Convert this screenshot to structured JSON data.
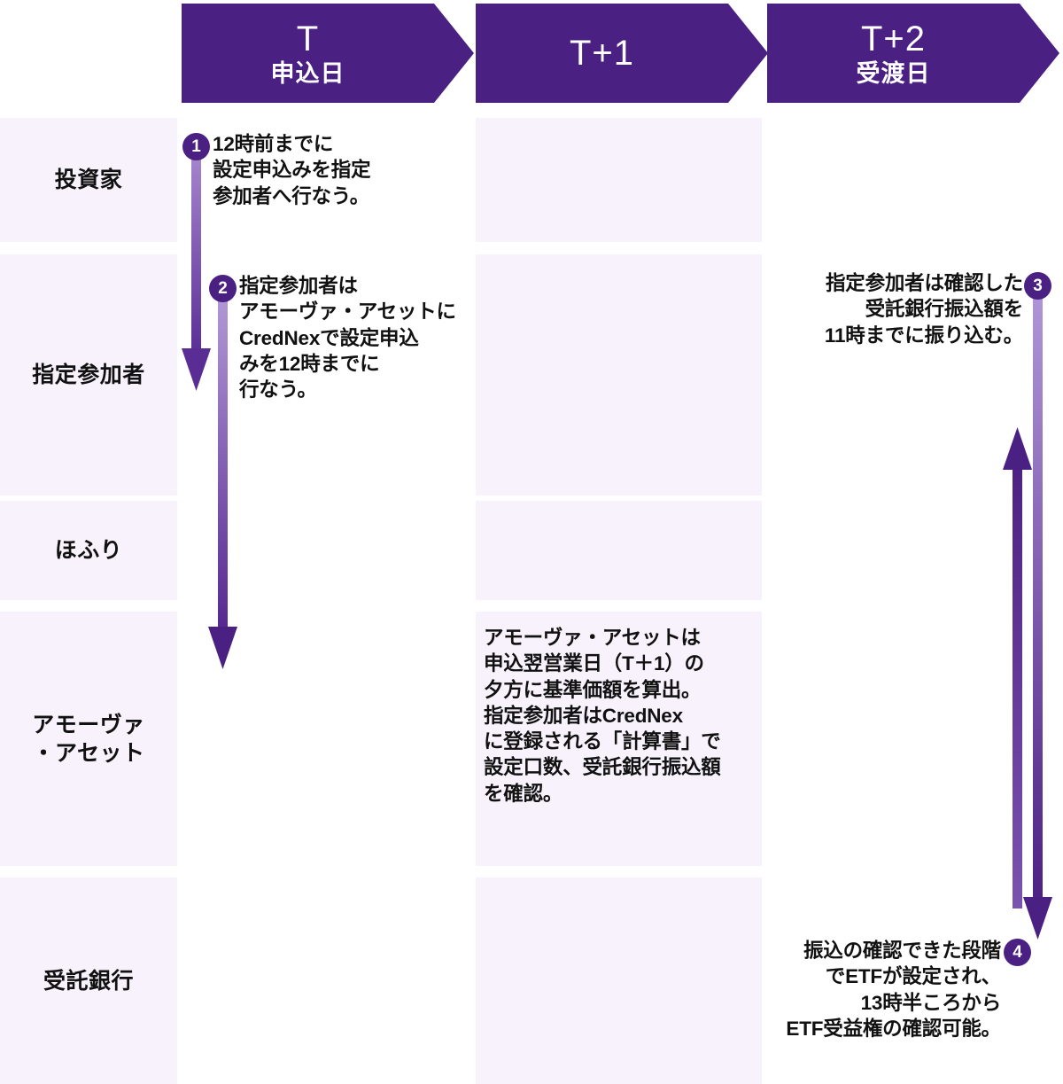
{
  "header": {
    "phases": [
      {
        "code": "T",
        "sub": "申込日"
      },
      {
        "code": "T+1",
        "sub": ""
      },
      {
        "code": "T+2",
        "sub": "受渡日"
      }
    ]
  },
  "rows": [
    {
      "label": "投資家"
    },
    {
      "label": "指定参加者"
    },
    {
      "label": "ほふり"
    },
    {
      "label": "アモーヴァ\n・アセット"
    },
    {
      "label": "受託銀行"
    }
  ],
  "cells": {
    "investor_T": "12時前までに\n設定申込みを指定\n参加者へ行なう。",
    "ap_T": "指定参加者は\nアモーヴァ・アセットに\nCredNexで設定申込\nみを12時までに\n行なう。",
    "ap_T2": "指定参加者は確認した\n受託銀行振込額を\n11時までに振り込む。",
    "amova_T1": "アモーヴァ・アセットは\n申込翌営業日（T＋1）の\n夕方に基準価額を算出。\n指定参加者はCredNex\nに登録される「計算書」で\n設定口数、受託銀行振込額\nを確認。",
    "bank_T2": "振込の確認できた段階\nでETFが設定され、\n13時半ころから\nETF受益権の確認可能。"
  },
  "badges": [
    {
      "id": "step-1",
      "number": "1"
    },
    {
      "id": "step-2",
      "number": "2"
    },
    {
      "id": "step-3",
      "number": "3"
    },
    {
      "id": "step-4",
      "number": "4"
    }
  ],
  "colors": {
    "header_purple": "#4B2083",
    "cell_lavender": "#f8f2fc",
    "grid_line": "#e3e0f0",
    "arrow_dark": "#4B2083",
    "arrow_light": "#a987d0",
    "text": "#111111"
  }
}
